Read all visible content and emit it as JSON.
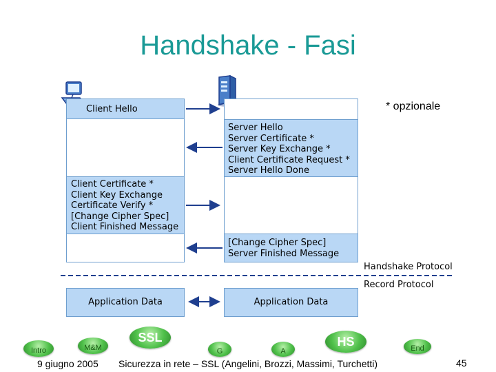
{
  "slide": {
    "title": "Handshake - Fasi",
    "note": "* opzionale"
  },
  "diagram": {
    "client_hello": "Client Hello",
    "server_messages": [
      "Server Hello",
      "Server Certificate *",
      "Server Key Exchange *",
      "Client Certificate Request *",
      "Server Hello Done"
    ],
    "client_messages": [
      "Client Certificate *",
      "Client Key Exchange",
      "Certificate Verify *",
      "[Change Cipher Spec]",
      "Client Finished Message"
    ],
    "server_finish": [
      "[Change Cipher Spec]",
      "Server Finished Message"
    ],
    "handshake_protocol": "Handshake Protocol",
    "record_protocol": "Record Protocol",
    "app_data_client": "Application Data",
    "app_data_server": "Application Data",
    "client_icon": "laptop-computer-icon",
    "server_icon": "server-tower-icon"
  },
  "nav": {
    "intro": "Intro",
    "mm": "M&M",
    "ssl": "SSL",
    "g": "G",
    "a": "A",
    "hs": "HS",
    "end": "End"
  },
  "footer": {
    "date": "9 giugno 2005",
    "course": "Sicurezza in rete – SSL (Angelini, Brozzi, Massimi, Turchetti)",
    "page": "45"
  },
  "colors": {
    "title": "#1a9a96",
    "box_fill": "#b9d7f5",
    "box_border": "#6f9fcf",
    "arrow": "#1f3f8f",
    "nav_green": "#4fc04a"
  }
}
